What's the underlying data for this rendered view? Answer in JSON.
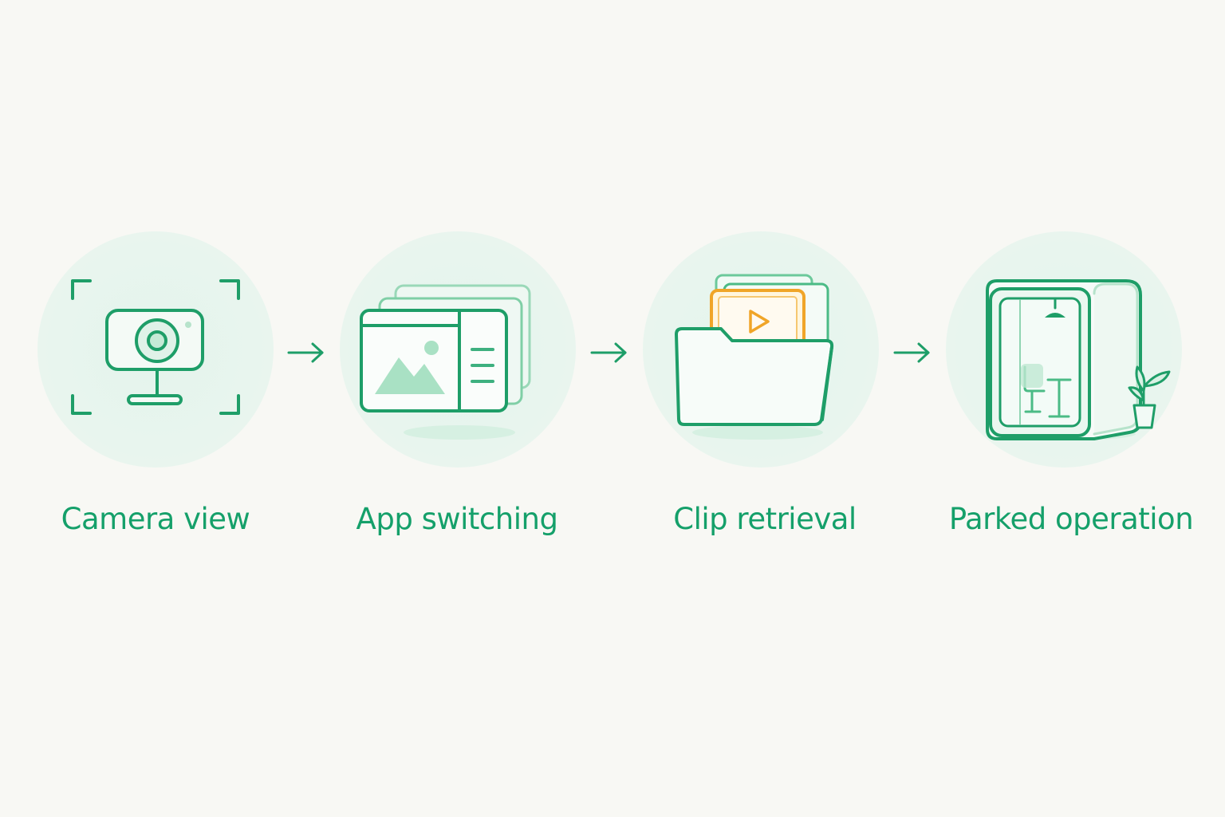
{
  "colors": {
    "background": "#f8f8f4",
    "circle": "#e6f4ec",
    "accent_green": "#15a06a",
    "accent_orange": "#f0a528"
  },
  "steps": [
    {
      "label": "Camera view",
      "icon": "webcam-icon"
    },
    {
      "label": "App switching",
      "icon": "stacked-windows-icon"
    },
    {
      "label": "Clip retrieval",
      "icon": "video-folder-icon"
    },
    {
      "label": "Parked operation",
      "icon": "phone-booth-icon"
    }
  ],
  "connectors": [
    "arrow-right-icon",
    "arrow-right-icon",
    "arrow-right-icon"
  ]
}
